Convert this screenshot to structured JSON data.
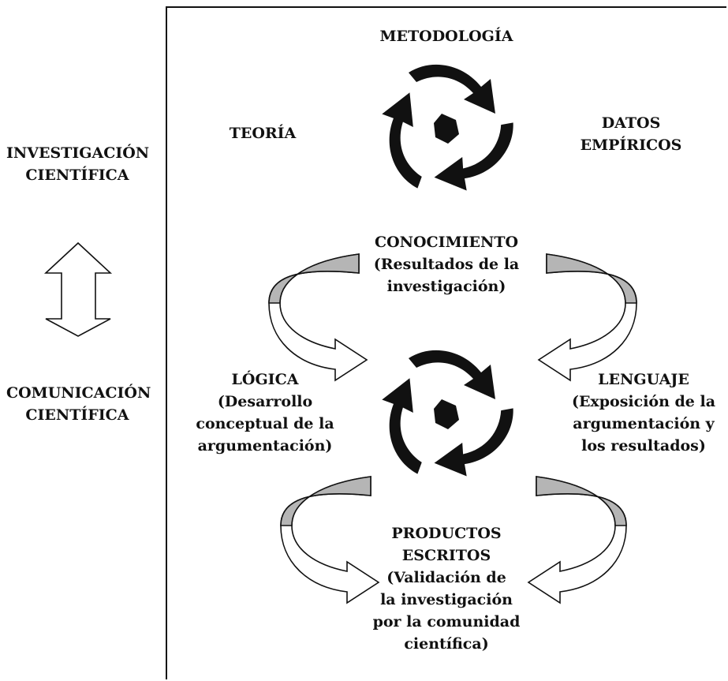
{
  "left": {
    "investigacion": [
      "INVESTIGACIÓN",
      "CIENTÍFICA"
    ],
    "comunicacion": [
      "COMUNICACIÓN",
      "CIENTÍFICA"
    ]
  },
  "top_cycle": {
    "metodologia": "METODOLOGÍA",
    "teoria": "TEORÍA",
    "datos": [
      "DATOS",
      "EMPÍRICOS"
    ]
  },
  "conocimiento": [
    "CONOCIMIENTO",
    "(Resultados de la",
    "investigación)"
  ],
  "logica": [
    "LÓGICA",
    "(Desarrollo",
    "conceptual de la",
    "argumentación)"
  ],
  "lenguaje": [
    "LENGUAJE",
    "(Exposición de la",
    "argumentación y",
    "los resultados)"
  ],
  "productos": [
    "PRODUCTOS",
    "ESCRITOS",
    "(Validación de",
    "la investigación",
    "por la comunidad",
    "científica)"
  ],
  "icons": [
    "cycle-arrows-icon",
    "double-arrow-icon",
    "curved-arrow-icon"
  ]
}
